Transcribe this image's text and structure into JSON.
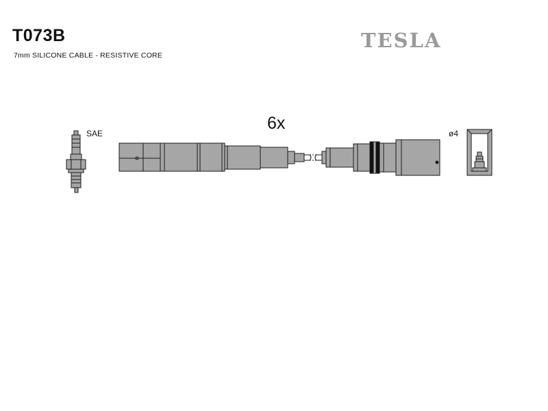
{
  "header": {
    "part_code": "T073B",
    "cable_description": "7mm SILICONE CABLE - RESISTIVE CORE",
    "brand": "TESLA"
  },
  "diagram": {
    "quantity_label": "6x",
    "spark_plug_standard": "SAE",
    "terminal_size": "ø4"
  },
  "colors": {
    "part_fill": "#a6a6a6",
    "outline": "#1a1a1a",
    "brand_gray": "#9a9a9a",
    "seal_band": "#111111"
  }
}
